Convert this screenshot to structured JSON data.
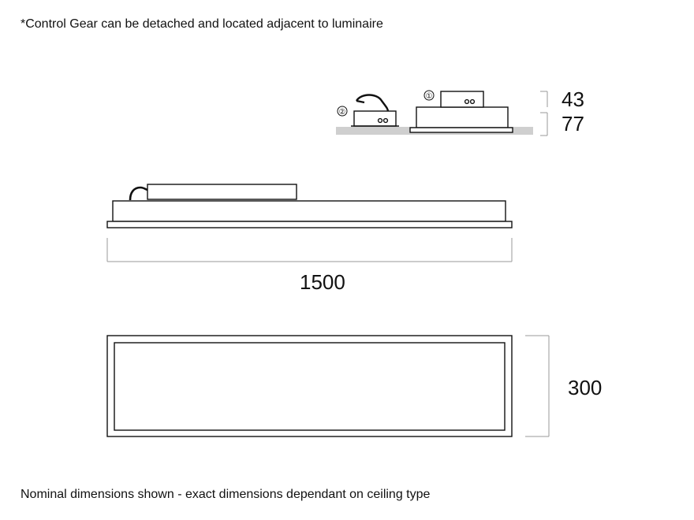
{
  "notes": {
    "top": "*Control Gear can be detached and located adjacent to luminaire",
    "bottom": "Nominal dimensions shown - exact dimensions dependant on ceiling type"
  },
  "section_view": {
    "marker_attached": "①",
    "marker_detached": "②",
    "dim_upper": "43",
    "dim_lower": "77"
  },
  "side_view": {
    "dim_length": "1500"
  },
  "plan_view": {
    "dim_width": "300"
  },
  "colors": {
    "line": "#111111",
    "ceiling": "#cfcfcf",
    "dim_line": "#9a9a9a"
  }
}
